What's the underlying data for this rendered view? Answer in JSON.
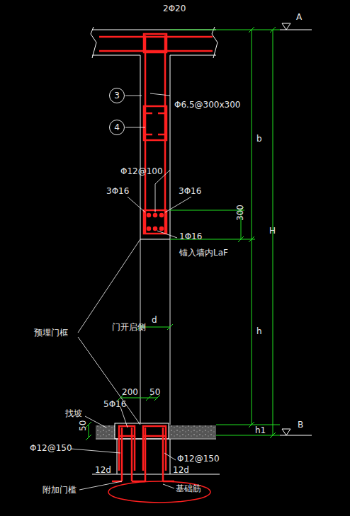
{
  "diagram": {
    "nodes": [
      {
        "text": [
          "3"
        ]
      },
      {
        "text": [
          "4"
        ]
      }
    ],
    "labels": [
      "2Φ20",
      "A",
      "Φ6.5@300x300",
      "Φ12@100",
      "3Φ16",
      "3Φ16",
      "300",
      "1Φ16",
      "锚入墙内LaF",
      "b",
      "H",
      "h",
      "d",
      "门开启侧",
      "预埋门框",
      "200",
      "50",
      "5Φ16",
      "找坡",
      "50",
      "h1",
      "B",
      "Φ12@150",
      "Φ12@150",
      "12d",
      "12d",
      "附加门槛",
      "基础筋"
    ]
  }
}
